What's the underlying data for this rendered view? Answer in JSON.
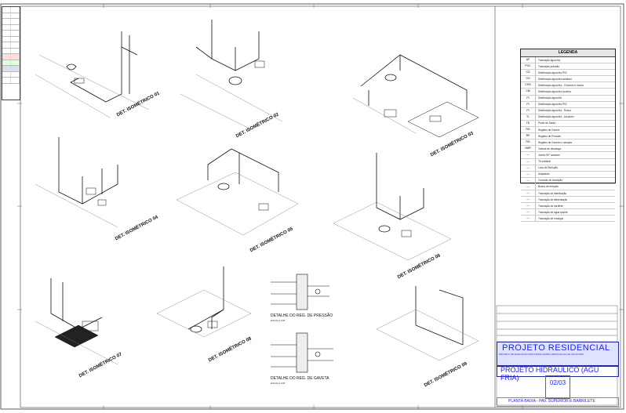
{
  "legend": {
    "title": "LEGENDA",
    "rows": [
      {
        "sym": "AF",
        "label": "Tubulação água fria"
      },
      {
        "sym": "PVC",
        "label": "Tubulação pressão"
      },
      {
        "sym": "CD",
        "label": "Distribuição água fria PVC"
      },
      {
        "sym": "CH",
        "label": "Distribuição água fria soldável"
      },
      {
        "sym": "CHS",
        "label": "Distribuição água fria - Chuveiro e ducha"
      },
      {
        "sym": "CM",
        "label": "Distribuição água fria cozinha"
      },
      {
        "sym": "PI",
        "label": "Distribuição água fria"
      },
      {
        "sym": "PI",
        "label": "Distribuição água fria PVC"
      },
      {
        "sym": "PI",
        "label": "Distribuição água fria - Rosca"
      },
      {
        "sym": "TL",
        "label": "Distribuição água fria - Lavatório"
      },
      {
        "sym": "TE",
        "label": "Ponto de Saída"
      },
      {
        "sym": "RG",
        "label": "Registro de Gaveta"
      },
      {
        "sym": "RP",
        "label": "Registro de Pressão"
      },
      {
        "sym": "RG",
        "label": "Registro de Gaveta c/ canopla"
      },
      {
        "sym": "VMP",
        "label": "Válvula de descarga"
      },
      {
        "sym": "—",
        "label": "Joelho 90° soldável"
      },
      {
        "sym": "—",
        "label": "Tê soldável"
      },
      {
        "sym": "—",
        "label": "Luva de Redução"
      },
      {
        "sym": "—",
        "label": "Adaptador"
      },
      {
        "sym": "—",
        "label": "Conexão de transição"
      },
      {
        "sym": "—",
        "label": "Bucha de redução"
      },
      {
        "sym": "—",
        "label": "Tubulação de distribuição"
      },
      {
        "sym": "—",
        "label": "Tubulação de alimentação"
      },
      {
        "sym": "—",
        "label": "Tubulação do barrilete"
      },
      {
        "sym": "—",
        "label": "Tubulação de água quente"
      },
      {
        "sym": "—",
        "label": "Tubulação de recalque"
      }
    ]
  },
  "isometrics": [
    {
      "label": "DET. ISOMÉTRICO 01"
    },
    {
      "label": "DET. ISOMÉTRICO 02"
    },
    {
      "label": "DET. ISOMÉTRICO 03"
    },
    {
      "label": "DET. ISOMÉTRICO 04"
    },
    {
      "label": "DET. ISOMÉTRICO 05"
    },
    {
      "label": "DET. ISOMÉTRICO 06"
    },
    {
      "label": "DET. ISOMÉTRICO 07"
    },
    {
      "label": "DET. ISOMÉTRICO 08"
    },
    {
      "label": "DET. ISOMÉTRICO 09"
    }
  ],
  "details": {
    "pressure": "DETALHE DO REG. DE PRESSÃO",
    "pressure_scale": "ESCALA 1/25",
    "gate": "DETALHE DO REG. DE GAVETA",
    "gate_scale": "ESCALA 1/25"
  },
  "title_block": {
    "project": "PROJETO RESIDENCIAL",
    "subtitle": "PROJETO HIDRÁULICO (ÁGU FRIA)",
    "sheet": "02/03",
    "drawing": "PLANTA BAIXA - PAV. SUPERIOR E BARRILETE",
    "address_line": "PROJETO DE EXECUÇÃO DAS INSTALAÇÕES HIDRÁULICAS DE ÁGUA FRIA"
  },
  "colors": {
    "accent": "#1a1cff",
    "line": "#111111"
  }
}
